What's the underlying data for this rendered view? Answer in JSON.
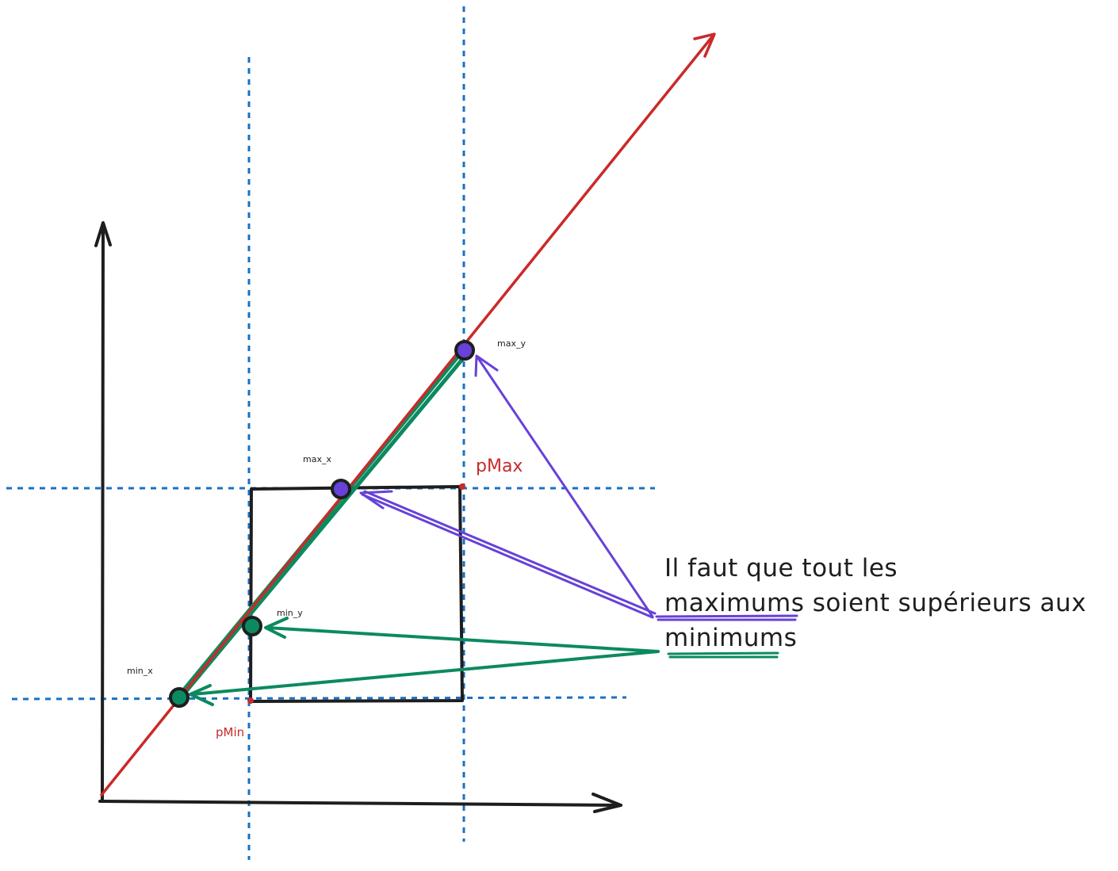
{
  "labels": {
    "max_y": "max_y",
    "max_x": "max_x",
    "min_y": "min_y",
    "min_x": "min_x",
    "pMax": "pMax",
    "pMin": "pMin"
  },
  "note": {
    "line1": "Il faut que tout les",
    "line2_word": "maximums",
    "line2_rest": " soient supérieurs aux",
    "line3_word": "minimums"
  },
  "colors": {
    "ray": "#c92a2a",
    "axes": "#1e1e1e",
    "guides": "#1971c2",
    "max_points": "#6741d9",
    "min_points": "#0c8a5f",
    "max_arrows": "#6741d9",
    "min_arrows": "#0c8a5f"
  }
}
